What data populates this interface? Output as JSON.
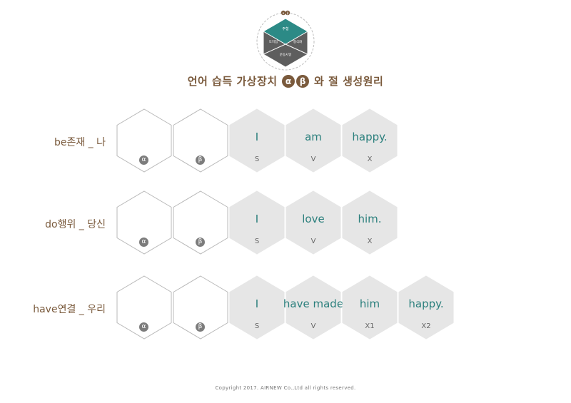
{
  "logo": {
    "top_badge": "αβ",
    "cells": [
      "주형",
      "도지점",
      "형식화",
      "운동사일"
    ]
  },
  "title": {
    "prefix": "언어 습득 가상장치",
    "alpha": "α",
    "beta": "β",
    "suffix": "와 절 생성원리"
  },
  "rows": [
    {
      "label": "be존재 _ 나",
      "slots": [
        "α",
        "β"
      ],
      "words": [
        {
          "word": "I",
          "tag": "S"
        },
        {
          "word": "am",
          "tag": "V"
        },
        {
          "word": "happy.",
          "tag": "X"
        }
      ]
    },
    {
      "label": "do행위 _ 당신",
      "slots": [
        "α",
        "β"
      ],
      "words": [
        {
          "word": "I",
          "tag": "S"
        },
        {
          "word": "love",
          "tag": "V"
        },
        {
          "word": "him.",
          "tag": "X"
        }
      ]
    },
    {
      "label": "have연결 _ 우리",
      "slots": [
        "α",
        "β"
      ],
      "words": [
        {
          "word": "I",
          "tag": "S"
        },
        {
          "word": "have made",
          "tag": "V"
        },
        {
          "word": "him",
          "tag": "X1"
        },
        {
          "word": "happy.",
          "tag": "X2"
        }
      ]
    }
  ],
  "footer": "Copyright 2017. AIRNEW Co.,Ltd all rights reserved.",
  "colors": {
    "accent_brown": "#7a5a3c",
    "teal_text": "#2a7f7c",
    "teal_fill": "#2c8a86",
    "dark_gray": "#5e5e5e",
    "hex_fill": "#e6e6e6",
    "hex_outline": "#b8b8b8"
  }
}
